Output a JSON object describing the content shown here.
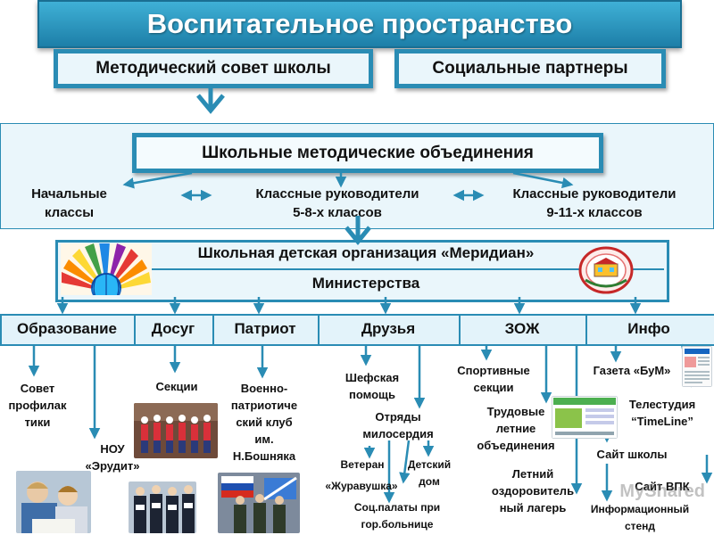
{
  "title": "Воспитательное пространство",
  "top_boxes": {
    "method_council": "Методический совет школы",
    "social_partners": "Социальные партнеры"
  },
  "smo": {
    "title": "Школьные методические объединения",
    "items": [
      {
        "line1": "Начальные",
        "line2": "классы"
      },
      {
        "line1": "Классные руководители",
        "line2": "5-8-х классов"
      },
      {
        "line1": "Классные руководители",
        "line2": "9-11-х классов"
      }
    ]
  },
  "organization": {
    "title": "Школьная детская организация «Меридиан»",
    "ministries": "Министерства"
  },
  "ministries": [
    "Образование",
    "Досуг",
    "Патриот",
    "Друзья",
    "ЗОЖ",
    "Инфо"
  ],
  "leaves": {
    "sovet": [
      "Совет",
      "профилак",
      "тики"
    ],
    "nou": [
      "НОУ",
      "«Эрудит»"
    ],
    "sekcii": "Секции",
    "voen": [
      "Военно-",
      "патриотиче",
      "ский клуб",
      "им.",
      "Н.Бошняка"
    ],
    "shef": [
      "Шефская",
      "помощь"
    ],
    "otryady": [
      "Отряды",
      "милосердия"
    ],
    "veteran": "Ветеран",
    "detdom": [
      "Детский",
      "дом"
    ],
    "zhuravushka": "«Журавушка»",
    "socpalaty": [
      "Соц.палаты при",
      "гор.больнице"
    ],
    "sport": [
      "Спортивные",
      "секции"
    ],
    "trud": [
      "Трудовые",
      "летние",
      "объединения"
    ],
    "leto": [
      "Летний",
      "оздоровитель",
      "ный лагерь"
    ],
    "gazeta": "Газета «БуМ»",
    "tele": [
      "Телестудия",
      "“TimeLine”"
    ],
    "sait": "Сайт школы",
    "vpk": "Сайт ВПК",
    "stend": [
      "Информационный",
      "стенд"
    ]
  },
  "watermark": "MyShared",
  "colors": {
    "frame": "#2a8cb4",
    "title_bg": "#1d7fa8",
    "arrow": "#2a8cb4",
    "panel": "#eaf6fb"
  }
}
